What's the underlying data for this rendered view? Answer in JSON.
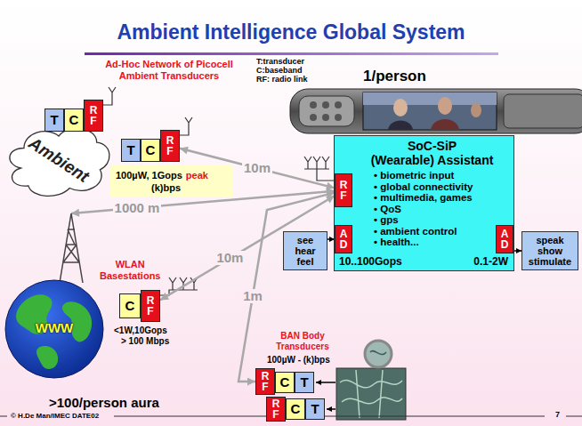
{
  "diagram": {
    "title": "Ambient Intelligence Global System",
    "nodes": [
      {
        "text": [
          "Ambient"
        ]
      },
      {
        "text": [
          "T"
        ]
      },
      {
        "text": [
          "C"
        ]
      },
      {
        "text": [
          "RF"
        ]
      },
      {
        "text": [
          "T"
        ]
      },
      {
        "text": [
          "C"
        ]
      },
      {
        "text": [
          "RF"
        ]
      },
      {
        "text": [
          "SoC-SiP",
          "(Wearable) Assistant",
          "• biometric input",
          "• global connectivity",
          "• multimedia, games",
          "• QoS",
          "• gps",
          "• ambient control",
          "• health...",
          "10..100Gops",
          "0.1-2W"
        ]
      },
      {
        "text": [
          "RF"
        ],
        "in": 7
      },
      {
        "text": [
          "AD"
        ],
        "in": 7
      },
      {
        "text": [
          "AD"
        ],
        "in": 7
      },
      {
        "text": [
          "see hear feel"
        ]
      },
      {
        "text": [
          "speak show stimulate"
        ]
      },
      {
        "text": [
          "WWW"
        ]
      },
      {
        "text": [
          "C"
        ]
      },
      {
        "text": [
          "RF"
        ]
      },
      {
        "text": [
          "RF"
        ]
      },
      {
        "text": [
          "C"
        ]
      },
      {
        "text": [
          "T"
        ]
      },
      {
        "text": [
          "RF"
        ]
      },
      {
        "text": [
          "C"
        ]
      },
      {
        "text": [
          "T"
        ]
      }
    ],
    "edges": [
      {
        "from": 8,
        "to": 6,
        "arrow": "both",
        "label": "10m"
      },
      {
        "from": 8,
        "to": 13,
        "arrow": "both",
        "label": "1000 m"
      },
      {
        "from": 8,
        "to": 15,
        "arrow": "both",
        "label": "10m"
      },
      {
        "from": 8,
        "to": 16,
        "arrow": "both",
        "label": "1m"
      },
      {
        "from": 11,
        "to": 9,
        "arrow": "to"
      },
      {
        "from": 10,
        "to": 12,
        "arrow": "to"
      }
    ],
    "labels": [
      "Ad-Hoc Network of Picocell Ambient Transducers",
      "T:transducer",
      "C:baseband",
      "RF: radio link",
      "1/person",
      "100µW, 1Gops",
      "peak",
      "(k)bps",
      "WLAN Basestations",
      "<1W,10Gops",
      "> 100 Mbps",
      "BAN Body Transducers",
      "100µW - (k)bps",
      ">100/person aura",
      "© H.De Man/IMEC DATE02",
      "7"
    ]
  }
}
